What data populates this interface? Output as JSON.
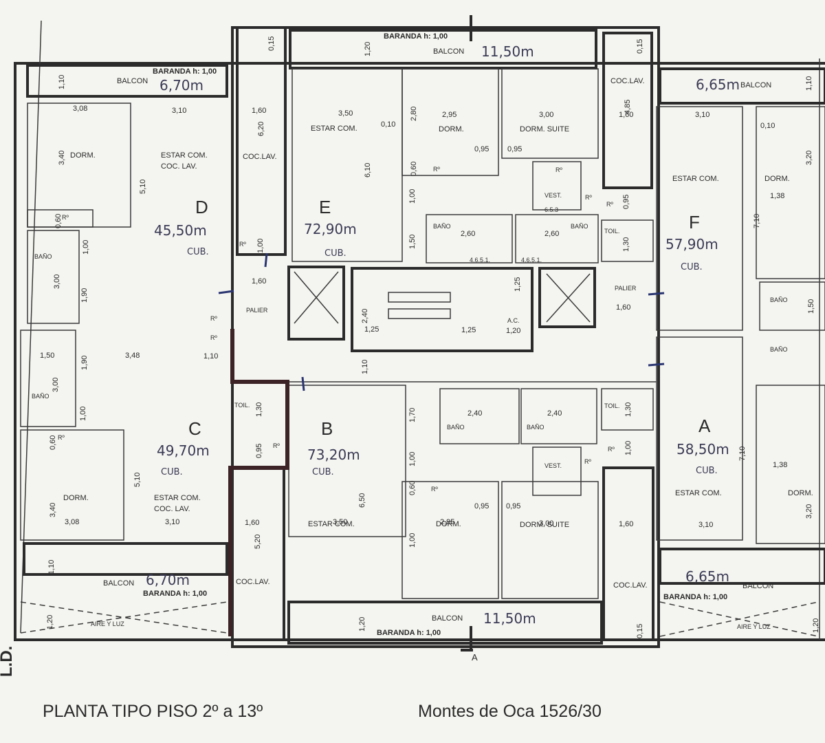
{
  "footer": {
    "title": "PLANTA TIPO PISO 2º a 13º",
    "address": "Montes de Oca 1526/30",
    "side_mark": "L.D."
  },
  "units": [
    {
      "letter": "D",
      "area": "45,50m",
      "cub": "CUB."
    },
    {
      "letter": "E",
      "area": "72,90m",
      "cub": "CUB."
    },
    {
      "letter": "F",
      "area": "57,90m",
      "cub": "CUB."
    },
    {
      "letter": "C",
      "area": "49,70m",
      "cub": "CUB."
    },
    {
      "letter": "B",
      "area": "73,20m",
      "cub": "CUB."
    },
    {
      "letter": "A",
      "area": "58,50m",
      "cub": "CUB."
    }
  ],
  "balconies": [
    {
      "label": "BALCON",
      "area": "6,70m",
      "railing": "BARANDA h: 1,00"
    },
    {
      "label": "BALCON",
      "area": "11,50m",
      "railing": "BARANDA h: 1,00"
    },
    {
      "label": "BALCON",
      "area": "6,65m"
    },
    {
      "label": "BALCON",
      "area": "6,70m",
      "railing": "BARANDA h: 1,00"
    },
    {
      "label": "BALCON",
      "area": "11,50m",
      "railing": "BARANDA h: 1,00"
    },
    {
      "label": "BALCON",
      "area": "6,65m",
      "railing": "BARANDA h: 1,00"
    }
  ],
  "rooms": {
    "dorm": "DORM.",
    "dorm_suite": "DORM. SUITE",
    "estar_com": "ESTAR COM.",
    "estar_coc": "ESTAR COM.",
    "coc_lav_line": "COC. LAV.",
    "coc_lav": "COC.LAV.",
    "bano": "BAÑO",
    "toil": "TOIL.",
    "palier": "PALIER",
    "vest": "VEST.",
    "ac": "A.C.",
    "r": "Rº",
    "aire_luz": "AIRE Y LUZ",
    "section_a": "A"
  },
  "dims": {
    "d_110": "1,10",
    "d_308": "3,08",
    "d_310": "3,10",
    "d_340": "3,40",
    "d_510": "5,10",
    "d_060": "0,60",
    "d_100": "1,00",
    "d_300": "3,00",
    "d_190": "1,90",
    "d_160": "1,60",
    "d_620": "6,20",
    "d_015": "0,15",
    "d_120": "1,20",
    "d_350": "3,50",
    "d_010": "0,10",
    "d_280": "2,80",
    "d_295": "2,95",
    "d_095": "0,95",
    "d_610": "6,10",
    "d_150": "1,50",
    "d_260": "2,60",
    "d_485": "4,85",
    "d_130": "1,30",
    "d_138": "1,38",
    "d_320": "3,20",
    "d_710": "7,10",
    "d_240": "2,40",
    "d_125": "1,25",
    "d_348": "3,48",
    "d_170": "1,70",
    "d_650": "6,50",
    "d_520": "5,20",
    "d_653": "6.5.3",
    "d_4651": "4.6.5.1."
  }
}
